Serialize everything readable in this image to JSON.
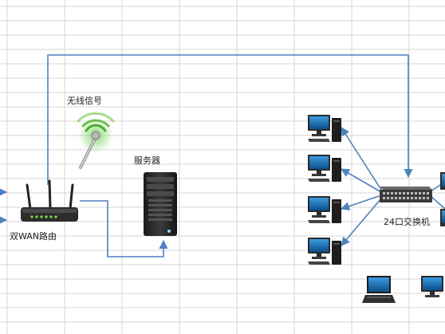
{
  "labels": {
    "wireless": "无线信号",
    "server": "服务器",
    "router": "双WAN路由",
    "switch": "24口交换机"
  },
  "colors": {
    "grid": "#d6d6d6",
    "link": "#4f81bd",
    "device_dark": "#2b2b2b",
    "monitor_screen": "#1a6fb5"
  },
  "icons": {
    "router": "router-icon",
    "server": "server-tower-icon",
    "switch": "network-switch-icon",
    "antenna": "wireless-antenna-icon",
    "pc": "desktop-pc-icon",
    "laptop": "laptop-icon"
  }
}
